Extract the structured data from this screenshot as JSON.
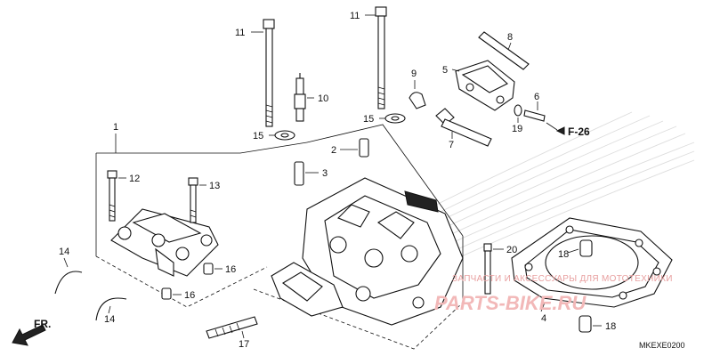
{
  "diagram": {
    "callouts": [
      {
        "id": "1",
        "label": "1"
      },
      {
        "id": "2",
        "label": "2"
      },
      {
        "id": "3",
        "label": "3"
      },
      {
        "id": "4",
        "label": "4"
      },
      {
        "id": "5",
        "label": "5"
      },
      {
        "id": "6",
        "label": "6"
      },
      {
        "id": "7",
        "label": "7"
      },
      {
        "id": "8",
        "label": "8"
      },
      {
        "id": "9",
        "label": "9"
      },
      {
        "id": "10",
        "label": "10"
      },
      {
        "id": "11a",
        "label": "11"
      },
      {
        "id": "11b",
        "label": "11"
      },
      {
        "id": "12",
        "label": "12"
      },
      {
        "id": "13",
        "label": "13"
      },
      {
        "id": "14a",
        "label": "14"
      },
      {
        "id": "14b",
        "label": "14"
      },
      {
        "id": "15a",
        "label": "15"
      },
      {
        "id": "15b",
        "label": "15"
      },
      {
        "id": "16a",
        "label": "16"
      },
      {
        "id": "16b",
        "label": "16"
      },
      {
        "id": "17",
        "label": "17"
      },
      {
        "id": "18a",
        "label": "18"
      },
      {
        "id": "18b",
        "label": "18"
      },
      {
        "id": "19",
        "label": "19"
      },
      {
        "id": "20",
        "label": "20"
      }
    ],
    "section_ref": "F-26",
    "front_marker": "FR.",
    "diagram_code": "MKEXE0200",
    "watermark_text": "ЗАПЧАСТИ И АКСЕССУАРЫ ДЛЯ МОТОТЕХНИКИ",
    "watermark_logo": "PARTS-BIKE.RU",
    "colors": {
      "line": "#111111",
      "watermark": "#e8a0a0",
      "background": "#ffffff"
    }
  }
}
